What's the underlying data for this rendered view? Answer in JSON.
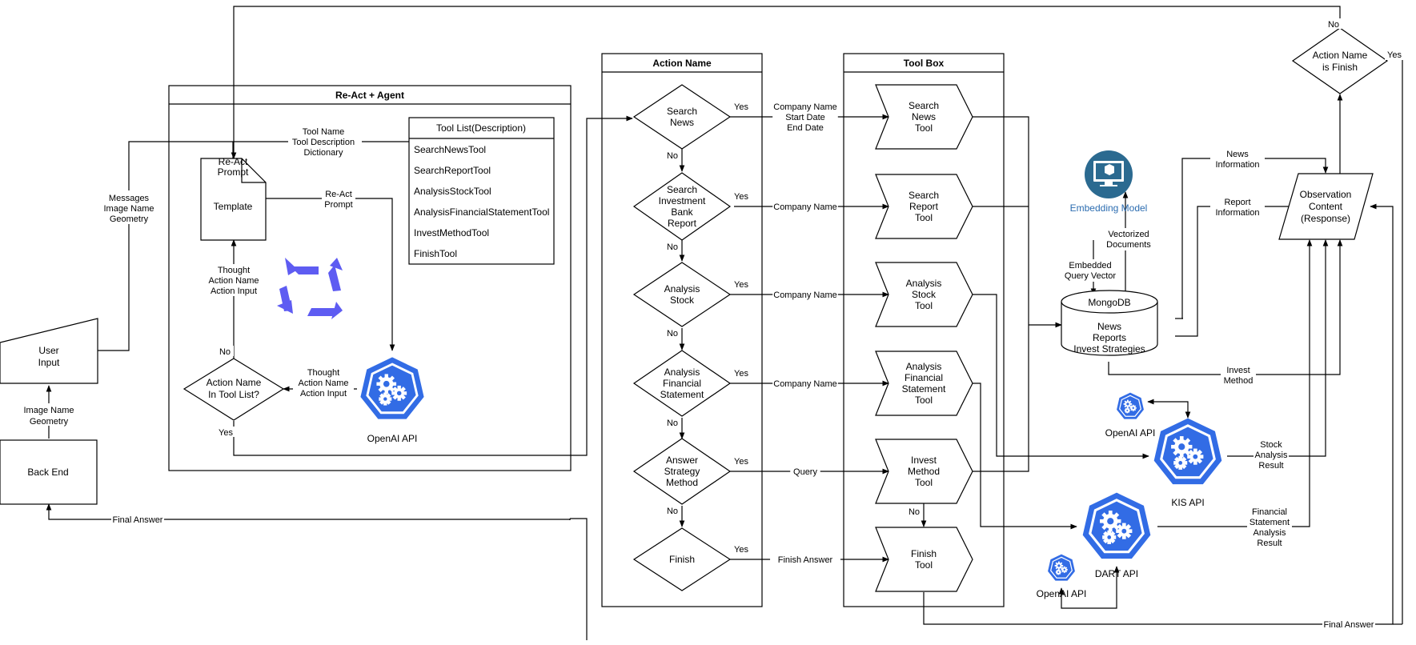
{
  "colors": {
    "accent_blue": "#326CE5",
    "embedding_blue": "#2B6A90",
    "cycle_purple": "#5E5CF2",
    "embedding_label": "#2B6CB0"
  },
  "containers": {
    "react_agent": "Re-Act + Agent",
    "action_name": "Action Name",
    "tool_box": "Tool Box"
  },
  "user_input": [
    "User",
    "Input"
  ],
  "back_end": "Back End",
  "labels": {
    "messages": [
      "Messages",
      "Image Name",
      "Geometry"
    ],
    "image_name_geometry": [
      "Image Name",
      "Geometry"
    ],
    "final_answer": "Final Answer",
    "tool_name_desc": [
      "Tool Name",
      "Tool Description",
      "Dictionary"
    ],
    "react_prompt": [
      "Re-Act",
      "Prompt"
    ],
    "thought_up": [
      "Thought",
      "Action Name",
      "Action Input"
    ],
    "thought_left": [
      "Thought",
      "Action Name",
      "Action Input"
    ],
    "no": "No",
    "yes": "Yes"
  },
  "prompt_template": [
    "Re-Act",
    "Prompt",
    "Template"
  ],
  "tool_list": {
    "title": "Tool List(Description)",
    "items": [
      "SearchNewsTool",
      "SearchReportTool",
      "AnalysisStockTool",
      "AnalysisFinancialStatementTool",
      "InvestMethodTool",
      "FinishTool"
    ]
  },
  "decision_tool_list": [
    "Action Name",
    "In Tool List?"
  ],
  "openai_main": "OpenAI API",
  "decisions": [
    [
      "Search",
      "News"
    ],
    [
      "Search",
      "Investment",
      "Bank",
      "Report"
    ],
    [
      "Analysis",
      "Stock"
    ],
    [
      "Analysis",
      "Financial",
      "Statement"
    ],
    [
      "Answer",
      "Strategy",
      "Method"
    ],
    [
      "Finish"
    ]
  ],
  "params": [
    [
      "Company Name",
      "Start Date",
      "End Date"
    ],
    [
      "Company Name"
    ],
    [
      "Company Name"
    ],
    [
      "Company Name"
    ],
    [
      "Query"
    ],
    [
      "Finish Answer"
    ]
  ],
  "tools": [
    [
      "Search",
      "News",
      "Tool"
    ],
    [
      "Search",
      "Report",
      "Tool"
    ],
    [
      "Analysis",
      "Stock",
      "Tool"
    ],
    [
      "Analysis",
      "Financial",
      "Statement",
      "Tool"
    ],
    [
      "Invest",
      "Method",
      "Tool"
    ],
    [
      "Finish",
      "Tool"
    ]
  ],
  "embedding_model": "Embedding Model",
  "embedded_query": [
    "Embedded",
    "Query Vector"
  ],
  "vectorized_docs": [
    "Vectorized",
    "Documents"
  ],
  "mongodb": {
    "title": "MongoDB",
    "lines": [
      "News",
      "Reports",
      "Invest Strategies"
    ]
  },
  "observation": [
    "Observation",
    "Content",
    "(Response)"
  ],
  "finish_check": [
    "Action Name",
    "is Finish"
  ],
  "news_info": [
    "News",
    "Information"
  ],
  "report_info": [
    "Report",
    "Information"
  ],
  "invest_method": [
    "Invest",
    "Method"
  ],
  "stock_result": [
    "Stock",
    "Analysis",
    "Result"
  ],
  "financial_result": [
    "Financial",
    "Statement",
    "Analysis",
    "Result"
  ],
  "openai_small_1": "OpenAI API",
  "kis_api": "KIS API",
  "dart_api": "DART API",
  "openai_small_2": "OpenAI API"
}
